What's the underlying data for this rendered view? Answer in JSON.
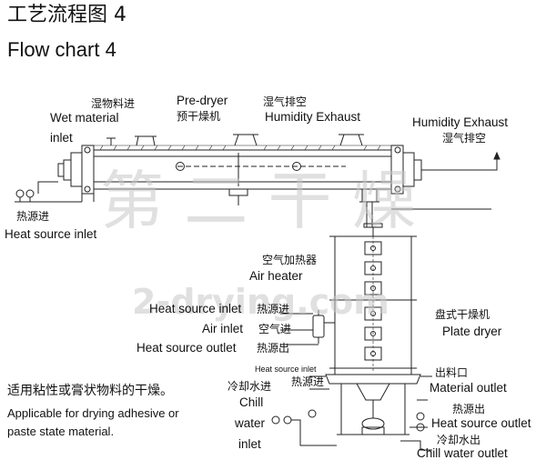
{
  "header": {
    "title_cn": "工艺流程图 4",
    "title_en": "Flow chart 4"
  },
  "labels": {
    "wet_material_cn": "湿物料进",
    "wet_material_en_1": "Wet material",
    "wet_material_en_2": "inlet",
    "predryer_en": "Pre-dryer",
    "predryer_cn": "预干燥机",
    "humidity_top_cn": "湿气排空",
    "humidity_top_en": "Humidity Exhaust",
    "humidity_right_en": "Humidity Exhaust",
    "humidity_right_cn": "湿气排空",
    "heat_left_cn": "热源进",
    "heat_left_en": "Heat source inlet",
    "air_heater_cn": "空气加热器",
    "air_heater_en": "Air heater",
    "hs_inlet_en": "Heat source inlet",
    "hs_inlet_cn": "热源进",
    "air_inlet_en": "Air inlet",
    "air_inlet_cn": "空气进",
    "hs_outlet_en": "Heat source outlet",
    "hs_outlet_cn": "热源出",
    "plate_dryer_cn": "盘式干燥机",
    "plate_dryer_en": "Plate dryer",
    "hs_inlet_small_en": "Heat source inlet",
    "hs_inlet_small_cn": "热源进",
    "chill_in_cn": "冷却水进",
    "chill_in_en_1": "Chill",
    "chill_in_en_2": "water",
    "chill_in_en_3": "inlet",
    "material_out_cn": "出料口",
    "material_out_en": "Material outlet",
    "hs_out_right_cn": "热源出",
    "hs_out_right_en": "Heat source outlet",
    "chill_out_cn": "冷却水出",
    "chill_out_en": "Chill water outlet"
  },
  "note": {
    "cn": "适用粘性或膏状物料的干燥。",
    "en_1": "Applicable for drying adhesive or",
    "en_2": "paste state material."
  },
  "watermark": {
    "top": "第 二 干 燥",
    "mid": "2-drying.com"
  },
  "colors": {
    "line": "#222222",
    "watermark": "#c8c8c8"
  }
}
